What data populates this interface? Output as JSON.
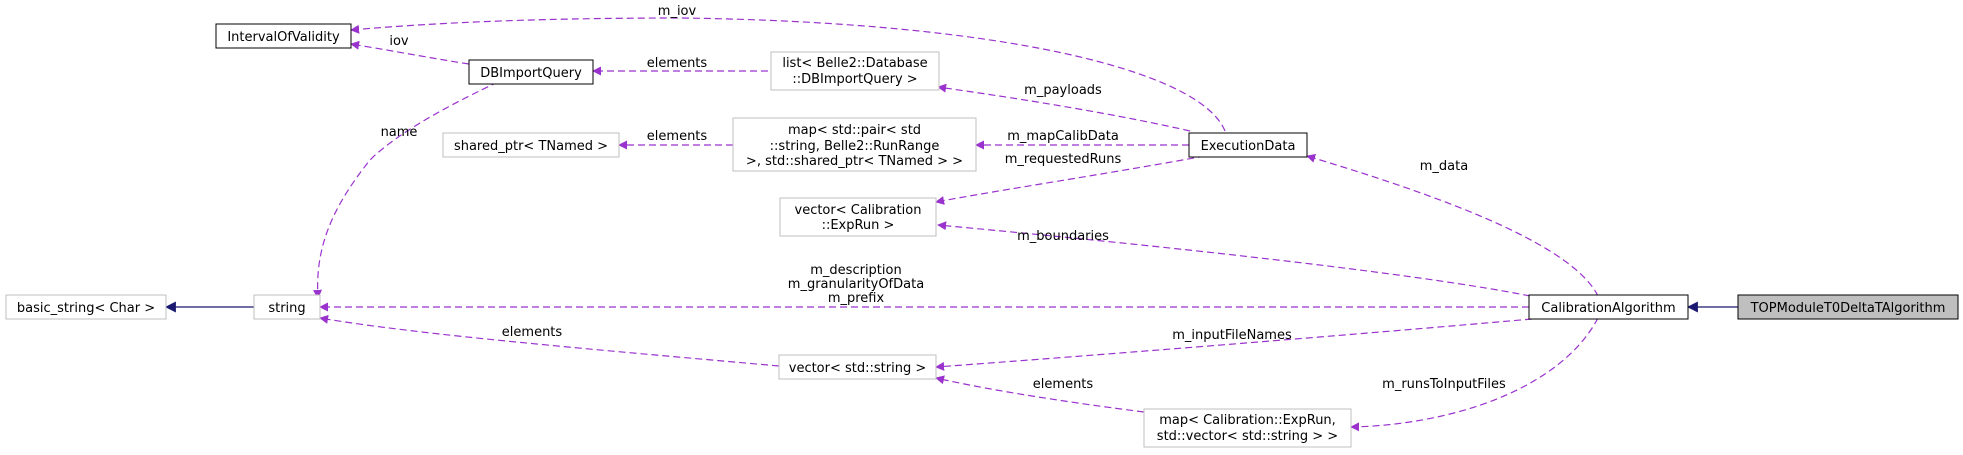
{
  "colors": {
    "usage_edge": "#9a32cd",
    "inherit_edge": "#191970",
    "faint_border": "#bfbfbf",
    "focus_fill": "#bfbfbf"
  },
  "nodes": {
    "interval_of_validity": "IntervalOfValidity",
    "db_import_query": "DBImportQuery",
    "list_db_import_query": [
      "list< Belle2::Database",
      "::DBImportQuery >"
    ],
    "shared_ptr_tnamed": "shared_ptr< TNamed >",
    "map_run_range": [
      "map< std::pair< std",
      "::string, Belle2::RunRange",
      " >, std::shared_ptr< TNamed > >"
    ],
    "execution_data": "ExecutionData",
    "vector_exprun": [
      "vector< Calibration",
      "::ExpRun >"
    ],
    "basic_string": "basic_string< Char >",
    "string": "string",
    "calibration_algorithm": "CalibrationAlgorithm",
    "top_module": "TOPModuleT0DeltaTAlgorithm",
    "vector_string": "vector< std::string >",
    "map_exprun_vector": [
      "map< Calibration::ExpRun,",
      "std::vector< std::string > >"
    ]
  },
  "edges": {
    "m_iov": "m_iov",
    "iov": "iov",
    "elements_list": "elements",
    "m_payloads": "m_payloads",
    "name": "name",
    "elements_shared": "elements",
    "m_mapCalibData": "m_mapCalibData",
    "m_requestedRuns": "m_requestedRuns",
    "m_data": "m_data",
    "m_boundaries": "m_boundaries",
    "string_members": [
      "m_description",
      "m_granularityOfData",
      "m_prefix"
    ],
    "elements_string": "elements",
    "m_inputFileNames": "m_inputFileNames",
    "elements_vector": "elements",
    "m_runsToInputFiles": "m_runsToInputFiles"
  }
}
